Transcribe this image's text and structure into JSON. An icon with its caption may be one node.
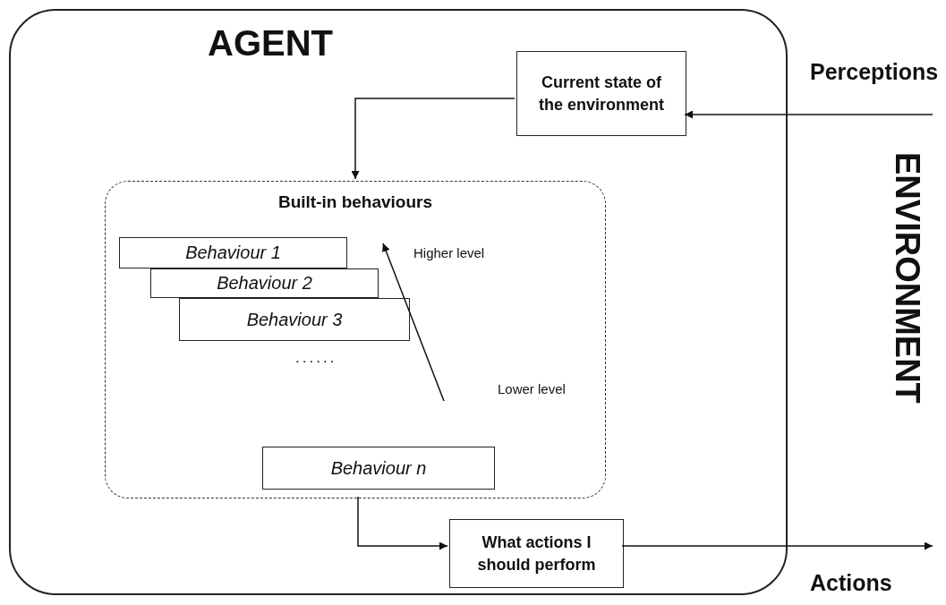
{
  "diagram": {
    "nodes": [
      {
        "text": [
          "AGENT"
        ]
      },
      {
        "text": [
          "Current state of the environment"
        ],
        "in": 0
      },
      {
        "text": [
          "Built-in behaviours"
        ],
        "in": 0
      },
      {
        "text": [
          "Behaviour 1"
        ],
        "in": 2
      },
      {
        "text": [
          "Behaviour 2"
        ],
        "in": 2
      },
      {
        "text": [
          "Behaviour 3"
        ],
        "in": 2
      },
      {
        "text": [
          "Behaviour n"
        ],
        "in": 2
      },
      {
        "text": [
          "What actions I should perform"
        ],
        "in": 0
      }
    ],
    "edges": [
      {
        "from": null,
        "to": 1,
        "arrow": "to"
      },
      {
        "from": 1,
        "to": 2,
        "arrow": "to"
      },
      {
        "from": 2,
        "to": 7,
        "arrow": "to"
      },
      {
        "from": 7,
        "to": null,
        "arrow": "to"
      }
    ],
    "labels": [
      "Perceptions",
      "ENVIRONMENT",
      "Higher level",
      "......",
      "Lower level",
      "Actions"
    ]
  }
}
